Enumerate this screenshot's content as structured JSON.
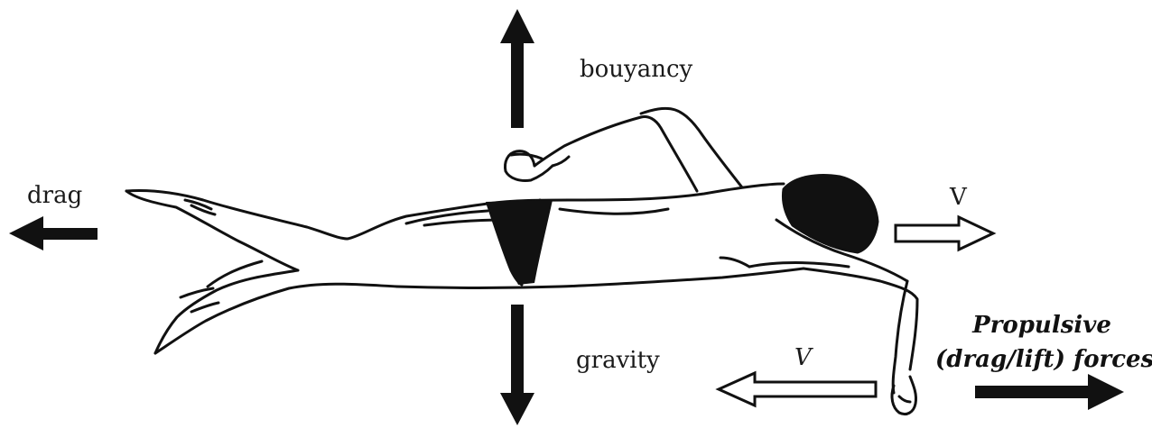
{
  "diagram": {
    "labels": {
      "buoyancy": "bouyancy",
      "drag": "drag",
      "gravity": "gravity",
      "velocity_right": "V",
      "velocity_left": "V",
      "propulsive_line1": "Propulsive",
      "propulsive_line2": "(drag/lift) forces"
    },
    "colors": {
      "ink": "#111111",
      "background": "#ffffff"
    }
  }
}
